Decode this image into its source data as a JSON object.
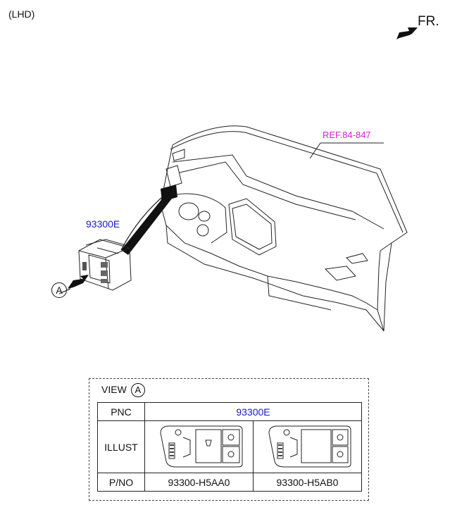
{
  "header": {
    "variant": "(LHD)",
    "direction": "FR."
  },
  "diagram": {
    "reference": "REF.84-847",
    "pnc_callout": "93300E",
    "view_marker": "A"
  },
  "view_table": {
    "title": "VIEW",
    "marker": "A",
    "rows": {
      "pnc_label": "PNC",
      "pnc_value": "93300E",
      "illust_label": "ILLUST",
      "pno_label": "P/NO"
    },
    "parts": [
      "93300-H5AA0",
      "93300-H5AB0"
    ]
  },
  "colors": {
    "reference": "#d61fd6",
    "part_code": "#1818c8"
  }
}
